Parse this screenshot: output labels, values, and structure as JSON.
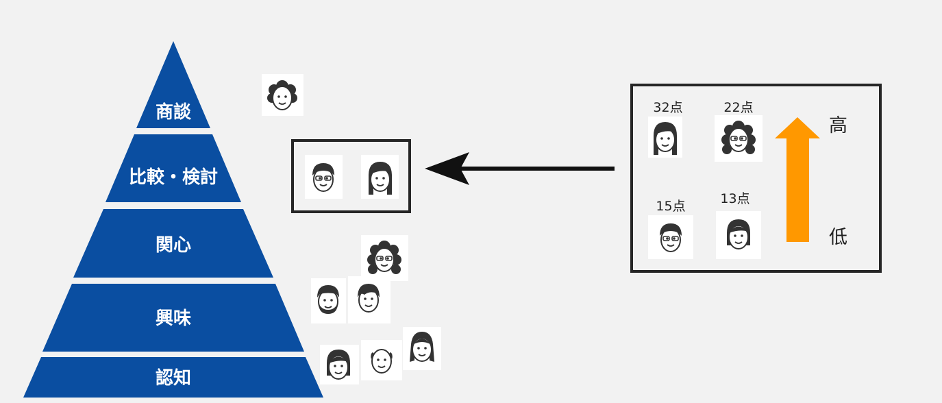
{
  "pyramid": {
    "color": "#0a4ea1",
    "levels": [
      {
        "label": "商談"
      },
      {
        "label": "比較・検討"
      },
      {
        "label": "関心"
      },
      {
        "label": "興味"
      },
      {
        "label": "認知"
      }
    ]
  },
  "score_panel": {
    "scores": [
      {
        "label": "32点"
      },
      {
        "label": "22点"
      },
      {
        "label": "15点"
      },
      {
        "label": "13点"
      }
    ],
    "high_label": "高",
    "low_label": "低",
    "arrow_color": "#ff9800"
  },
  "avatar_icons": [
    "curly-hair-person-icon",
    "man-glasses-icon",
    "woman-long-hair-icon",
    "woman-curly-glasses-icon",
    "bearded-man-icon",
    "man-short-hair-icon",
    "woman-bob-hair-icon",
    "bald-man-icon",
    "woman-ponytail-icon"
  ]
}
